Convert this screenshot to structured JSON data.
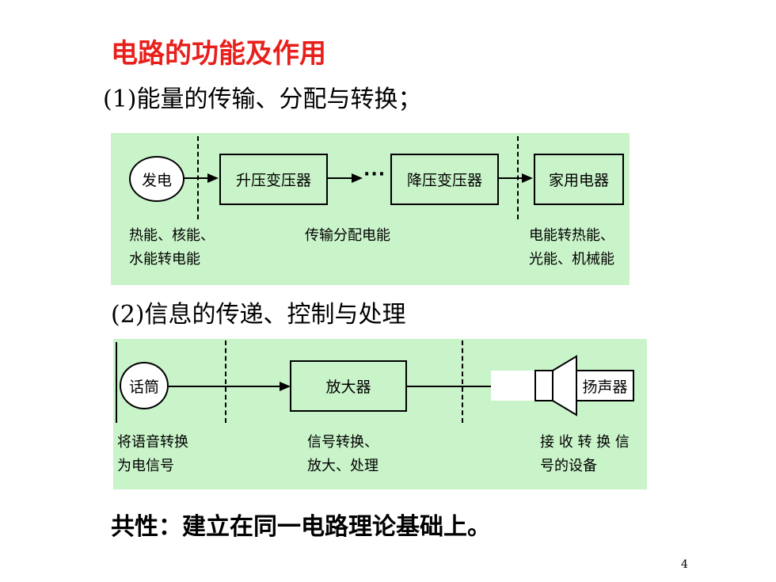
{
  "title": "电路的功能及作用",
  "section1": {
    "heading": "(1)能量的传输、分配与转换；",
    "nodes": {
      "generator": "发电",
      "step_up": "升压变压器",
      "dots": "···",
      "step_down": "降压变压器",
      "appliance": "家用电器"
    },
    "labels": {
      "left_line1": "热能、核能、",
      "left_line2": "水能转电能",
      "middle": "传输分配电能",
      "right_line1": "电能转热能、",
      "right_line2": "光能、机械能"
    }
  },
  "section2": {
    "heading": "(2)信息的传递、控制与处理",
    "nodes": {
      "microphone": "话筒",
      "amplifier": "放大器",
      "speaker": "扬声器"
    },
    "labels": {
      "left_line1": "将语音转换",
      "left_line2": "为电信号",
      "middle_line1": "信号转换、",
      "middle_line2": "放大、处理",
      "right_line1": "接 收 转 换 信",
      "right_line2": "号的设备"
    }
  },
  "conclusion": "共性：建立在同一电路理论基础上。",
  "page_number": "4",
  "colors": {
    "title": "#e8201c",
    "panel": "#c9f3c9"
  }
}
